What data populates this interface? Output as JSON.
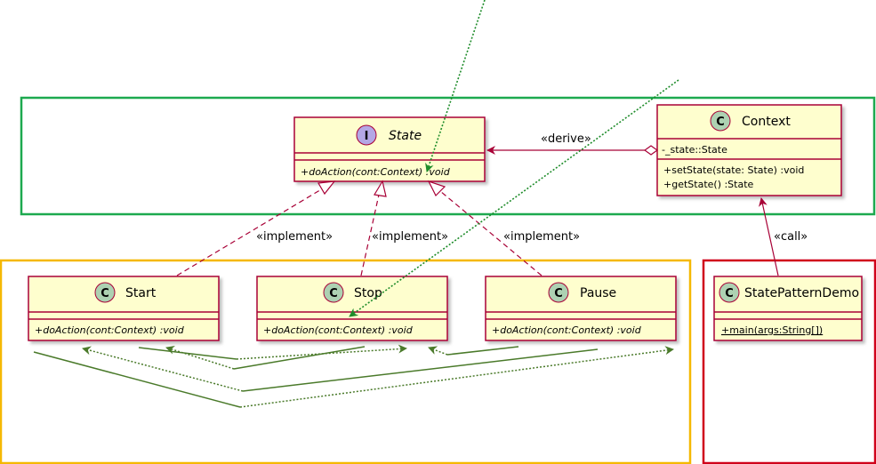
{
  "colors": {
    "class_fill": "#FEFECE",
    "class_border": "#A80036",
    "class_badge": "#ADD1B2",
    "interface_badge": "#B4A7E5",
    "arrow": "#A80036",
    "package_green": "#1DA94F",
    "package_yellow": "#F5B800",
    "package_red": "#D0021B",
    "annotation_green": "#1E8C2A",
    "annotation_olive": "#4A7A2A"
  },
  "classes": {
    "state": {
      "badge": "I",
      "name": "State",
      "members": [
        "+doAction(cont:Context) :void"
      ]
    },
    "context": {
      "badge": "C",
      "name": "Context",
      "fields": [
        "-_state::State"
      ],
      "methods": [
        "+setState(state: State) :void",
        "+getState() :State"
      ]
    },
    "start": {
      "badge": "C",
      "name": "Start",
      "members": [
        "+doAction(cont:Context) :void"
      ]
    },
    "stop": {
      "badge": "C",
      "name": "Stop",
      "members": [
        "+doAction(cont:Context) :void"
      ]
    },
    "pause": {
      "badge": "C",
      "name": "Pause",
      "members": [
        "+doAction(cont:Context) :void"
      ]
    },
    "demo": {
      "badge": "C",
      "name": "StatePatternDemo",
      "members": [
        "+main(args:String[])"
      ]
    }
  },
  "relations": {
    "derive": "«derive»",
    "implement_start": "«implement»",
    "implement_stop": "«implement»",
    "implement_pause": "«implement»",
    "call": "«call»"
  }
}
